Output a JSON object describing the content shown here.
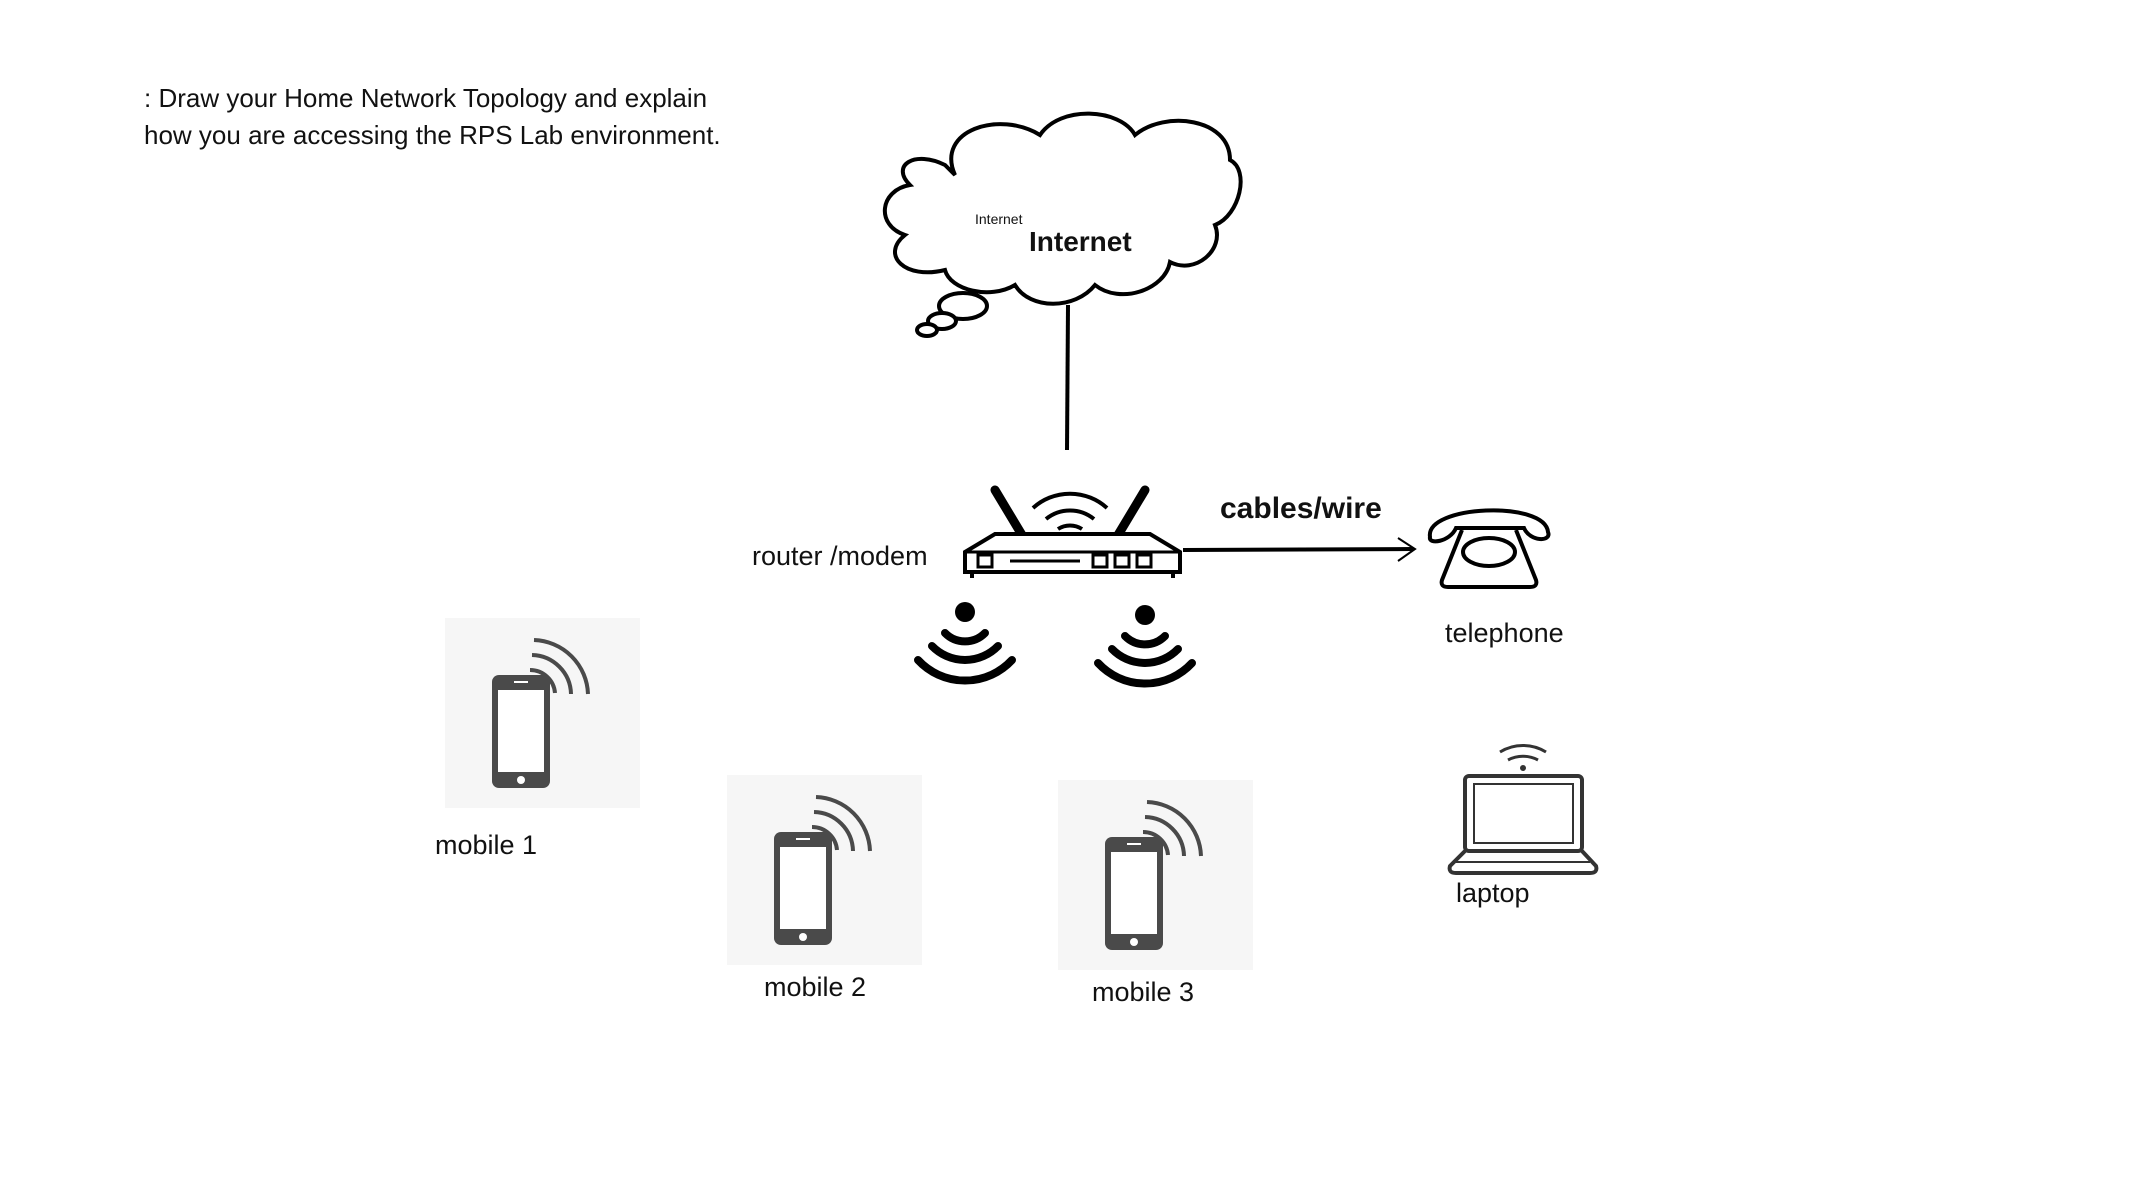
{
  "prompt": {
    "line1": ": Draw your Home Network Topology and explain",
    "line2": "how you are accessing the RPS Lab environment."
  },
  "cloud": {
    "small_label": "Internet",
    "label": "Internet"
  },
  "router": {
    "label": "router /modem",
    "icon": "wifi-router-icon"
  },
  "link": {
    "label": "cables/wire"
  },
  "telephone": {
    "label": "telephone",
    "icon": "telephone-icon"
  },
  "devices": [
    {
      "label": "mobile 1",
      "icon": "smartphone-wifi-icon"
    },
    {
      "label": "mobile 2",
      "icon": "smartphone-wifi-icon"
    },
    {
      "label": "mobile 3",
      "icon": "smartphone-wifi-icon"
    },
    {
      "label": "laptop",
      "icon": "laptop-wifi-icon"
    }
  ],
  "colors": {
    "line": "#000000",
    "icon": "#4a4a4a"
  }
}
